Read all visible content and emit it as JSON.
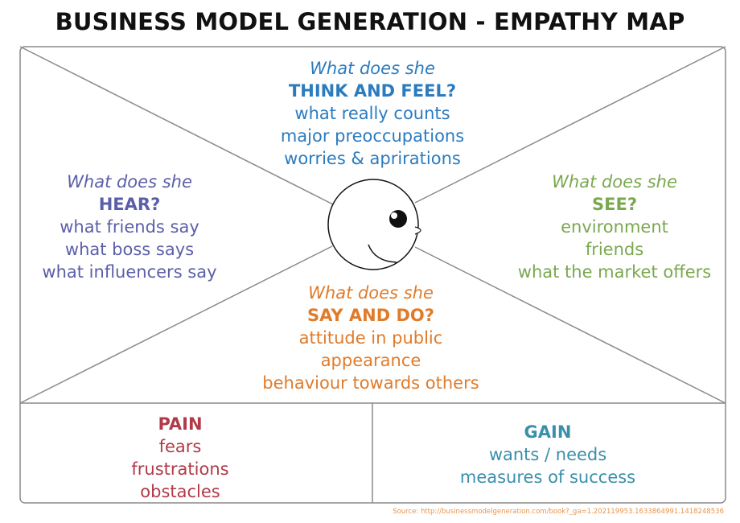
{
  "title": "BUSINESS MODEL GENERATION - EMPATHY MAP",
  "sections": {
    "think_feel": {
      "question": "What does she",
      "heading": "THINK AND FEEL?",
      "items": [
        "what really counts",
        "major preoccupations",
        "worries & aprirations"
      ],
      "color": "#2b7bbf"
    },
    "hear": {
      "question": "What does she",
      "heading": "HEAR?",
      "items": [
        "what friends say",
        "what boss says",
        "what influencers say"
      ],
      "color": "#5b5fa8"
    },
    "see": {
      "question": "What does she",
      "heading": "SEE?",
      "items": [
        "environment",
        "friends",
        "what the market offers"
      ],
      "color": "#7aa84f"
    },
    "say_do": {
      "question": "What does she",
      "heading": "SAY AND DO?",
      "items": [
        "attitude in public",
        "appearance",
        "behaviour towards others"
      ],
      "color": "#e07b2a"
    },
    "pain": {
      "heading": "PAIN",
      "items": [
        "fears",
        "frustrations",
        "obstacles"
      ],
      "color": "#b23a48"
    },
    "gain": {
      "heading": "GAIN",
      "items": [
        "wants / needs",
        "measures of success"
      ],
      "color": "#3a8fab"
    }
  },
  "source": "Source: http://businessmodelgeneration.com/book?_ga=1.202119953.1633864991.1418248536",
  "source_color": "#e8944a",
  "line_color": "#8a8a8a"
}
